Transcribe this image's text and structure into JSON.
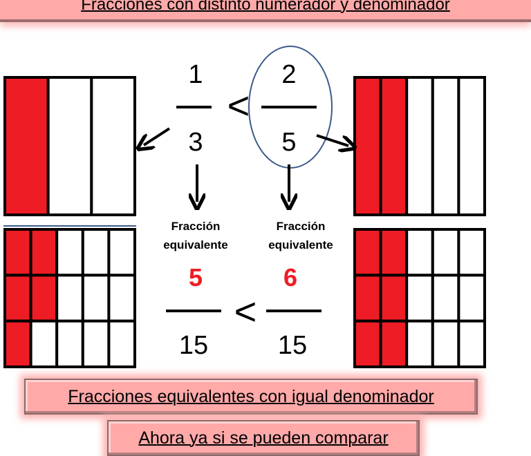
{
  "title": "Fracciones con distinto numerador y denominador",
  "fraction_a": {
    "numerator": "1",
    "denominator": "3"
  },
  "fraction_b": {
    "numerator": "2",
    "denominator": "5"
  },
  "comparison": "<",
  "equivalent_label_line1": "Fracción",
  "equivalent_label_line2": "equivalente",
  "equiv_a": {
    "numerator": "5",
    "denominator": "15"
  },
  "equiv_b": {
    "numerator": "6",
    "denominator": "15"
  },
  "banner_equivalent": "Fracciones equivalentes con igual denominador",
  "banner_compare": "Ahora ya si se pueden comparar",
  "colors": {
    "fill": "#ee1c24",
    "banner": "#ffa9a9",
    "ellipse": "#3b5a8a"
  },
  "models": {
    "top_left": {
      "rows": 1,
      "cols": 3,
      "shaded": 1
    },
    "top_right": {
      "rows": 1,
      "cols": 5,
      "shaded": 2
    },
    "bottom_left": {
      "rows": 3,
      "cols": 5,
      "shaded": 5
    },
    "bottom_right": {
      "rows": 3,
      "cols": 5,
      "shaded": 6
    }
  }
}
